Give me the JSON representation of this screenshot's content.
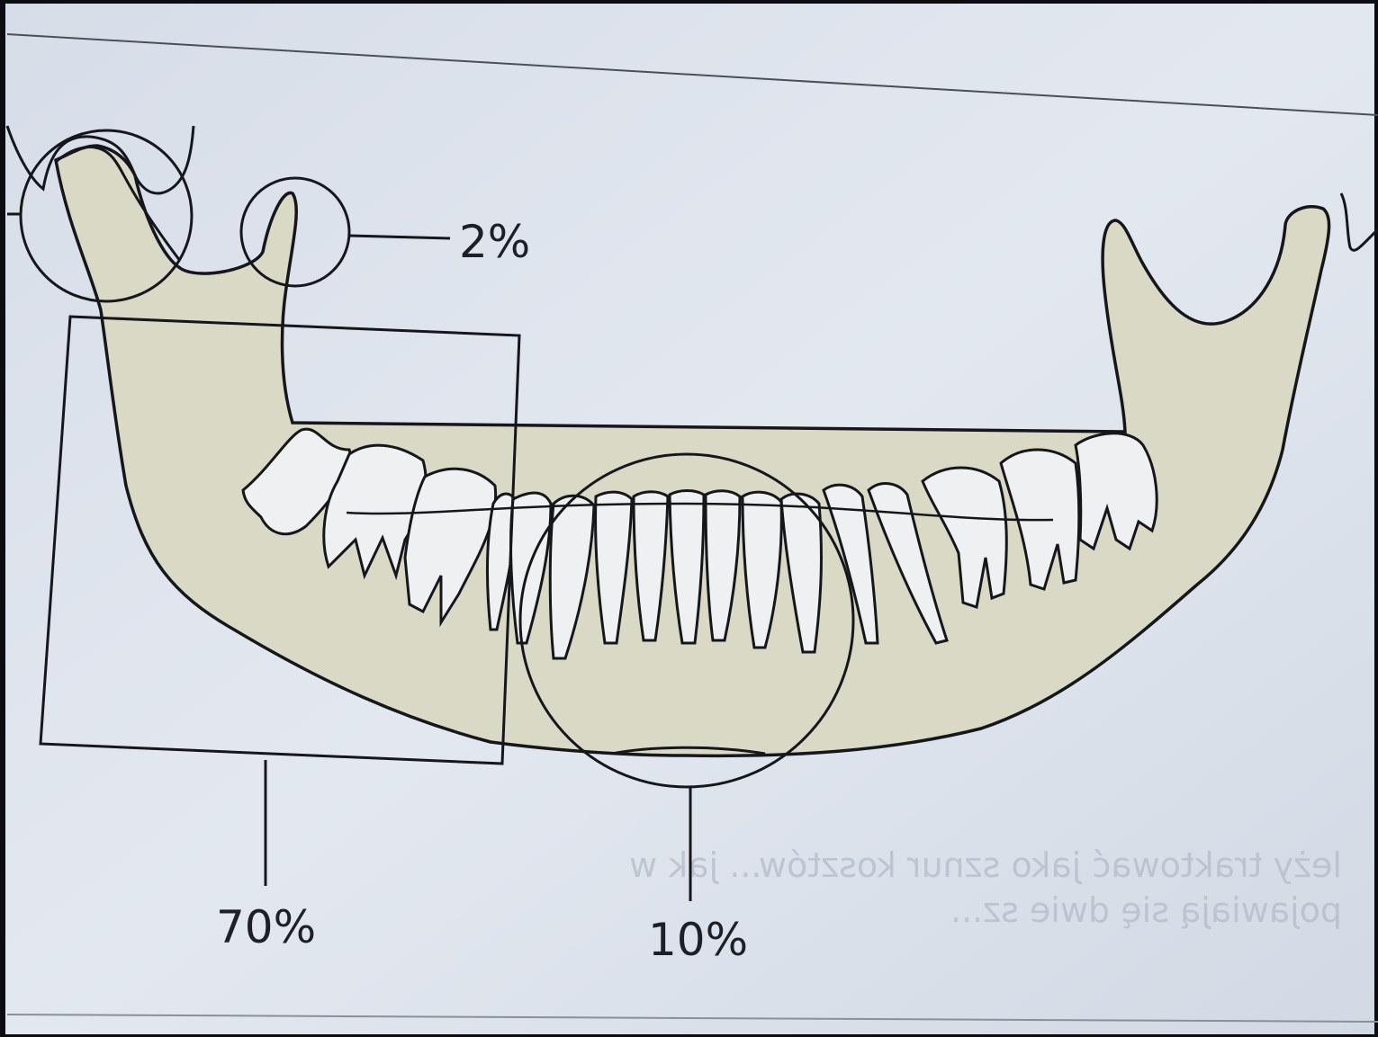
{
  "diagram": {
    "labels": {
      "condyle_region": "2%",
      "angle_ramus_region": "70%",
      "symphysis_region": "10%"
    },
    "bleed_through_text": {
      "line_1": "leży traktować jako sznur kosztów... jak w",
      "line_2": "pojawiają się dwie sz..."
    },
    "colors": {
      "background": "#0b0d12",
      "paper": "#dfe5ee",
      "bone_fill": "#dad9c6",
      "ink": "#15171c"
    }
  }
}
